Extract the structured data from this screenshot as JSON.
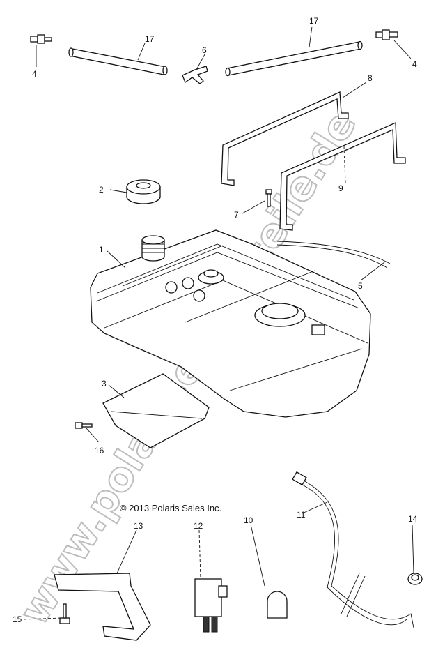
{
  "copyright": "© 2013 Polaris Sales Inc.",
  "watermark": "www.polarisersatzteile.de",
  "callouts": [
    "1",
    "2",
    "3",
    "4",
    "4",
    "5",
    "6",
    "7",
    "8",
    "9",
    "10",
    "11",
    "12",
    "13",
    "14",
    "15",
    "16",
    "17",
    "17"
  ]
}
